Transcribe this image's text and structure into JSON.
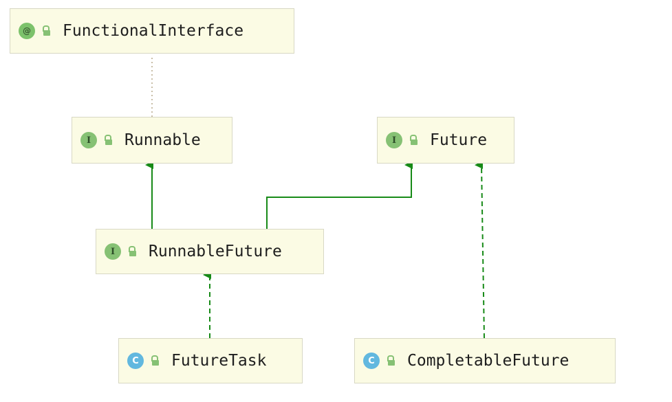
{
  "colors": {
    "node_fill": "#fbfbe4",
    "node_border": "#d8d8c4",
    "extends_edge": "#178a17",
    "dependency_edge": "#b7a98a"
  },
  "nodes": [
    {
      "id": "functional-interface",
      "kind": "annotation",
      "badge": "@",
      "label": "FunctionalInterface",
      "icon": "lock-open-icon"
    },
    {
      "id": "runnable",
      "kind": "interface",
      "badge": "I",
      "label": "Runnable",
      "icon": "lock-open-icon"
    },
    {
      "id": "future",
      "kind": "interface",
      "badge": "I",
      "label": "Future",
      "icon": "lock-open-icon"
    },
    {
      "id": "runnable-future",
      "kind": "interface",
      "badge": "I",
      "label": "RunnableFuture",
      "icon": "lock-open-icon"
    },
    {
      "id": "future-task",
      "kind": "class",
      "badge": "C",
      "label": "FutureTask",
      "icon": "lock-open-icon"
    },
    {
      "id": "completable-future",
      "kind": "class",
      "badge": "C",
      "label": "CompletableFuture",
      "icon": "lock-open-icon"
    }
  ],
  "edges": [
    {
      "from": "runnable",
      "to": "functional-interface",
      "type": "annotated"
    },
    {
      "from": "runnable-future",
      "to": "runnable",
      "type": "extends"
    },
    {
      "from": "runnable-future",
      "to": "future",
      "type": "extends"
    },
    {
      "from": "future-task",
      "to": "runnable-future",
      "type": "implements"
    },
    {
      "from": "completable-future",
      "to": "future",
      "type": "implements"
    }
  ]
}
